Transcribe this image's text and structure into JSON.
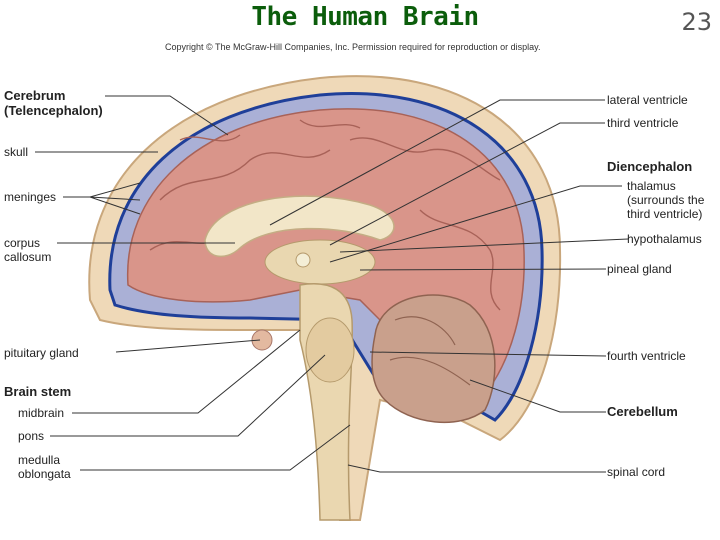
{
  "title": "The Human Brain",
  "page_number": "23",
  "copyright": "Copyright © The McGraw-Hill Companies, Inc. Permission required for reproduction or display.",
  "labels_left": {
    "cerebrum": "Cerebrum",
    "telencephalon": "(Telencephalon)",
    "skull": "skull",
    "meninges": "meninges",
    "corpus": "corpus",
    "callosum": "callosum",
    "pituitary": "pituitary gland",
    "brain_stem": "Brain stem",
    "midbrain": "midbrain",
    "pons": "pons",
    "medulla": "medulla",
    "oblongata": "oblongata"
  },
  "labels_right": {
    "lateral_ventricle": "lateral ventricle",
    "third_ventricle": "third ventricle",
    "diencephalon": "Diencephalon",
    "thalamus": "thalamus",
    "thalamus_note1": "(surrounds the",
    "thalamus_note2": "third ventricle)",
    "hypothalamus": "hypothalamus",
    "pineal": "pineal gland",
    "fourth_ventricle": "fourth ventricle",
    "cerebellum": "Cerebellum",
    "spinal_cord": "spinal cord"
  }
}
